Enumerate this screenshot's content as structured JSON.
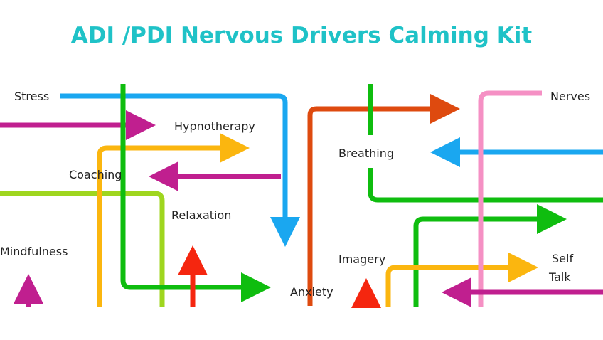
{
  "title": "ADI /PDI Nervous Drivers Calming Kit",
  "labels": {
    "stress": "Stress",
    "hypnotherapy": "Hypnotherapy",
    "coaching": "Coaching",
    "relaxation": "Relaxation",
    "mindfulness": "Mindfulness",
    "anxiety": "Anxiety",
    "nerves": "Nerves",
    "breathing": "Breathing",
    "imagery": "Imagery",
    "self_talk_line1": "Self",
    "self_talk_line2": "Talk"
  },
  "colors": {
    "title": "#1fc2c7",
    "blue": "#1aa7f0",
    "magenta": "#c01f8f",
    "orange_yellow": "#fbb60f",
    "green": "#0fbd0f",
    "lime": "#9fd61f",
    "red": "#f5260f",
    "dark_orange": "#de4a0f",
    "pink": "#f590c4"
  }
}
